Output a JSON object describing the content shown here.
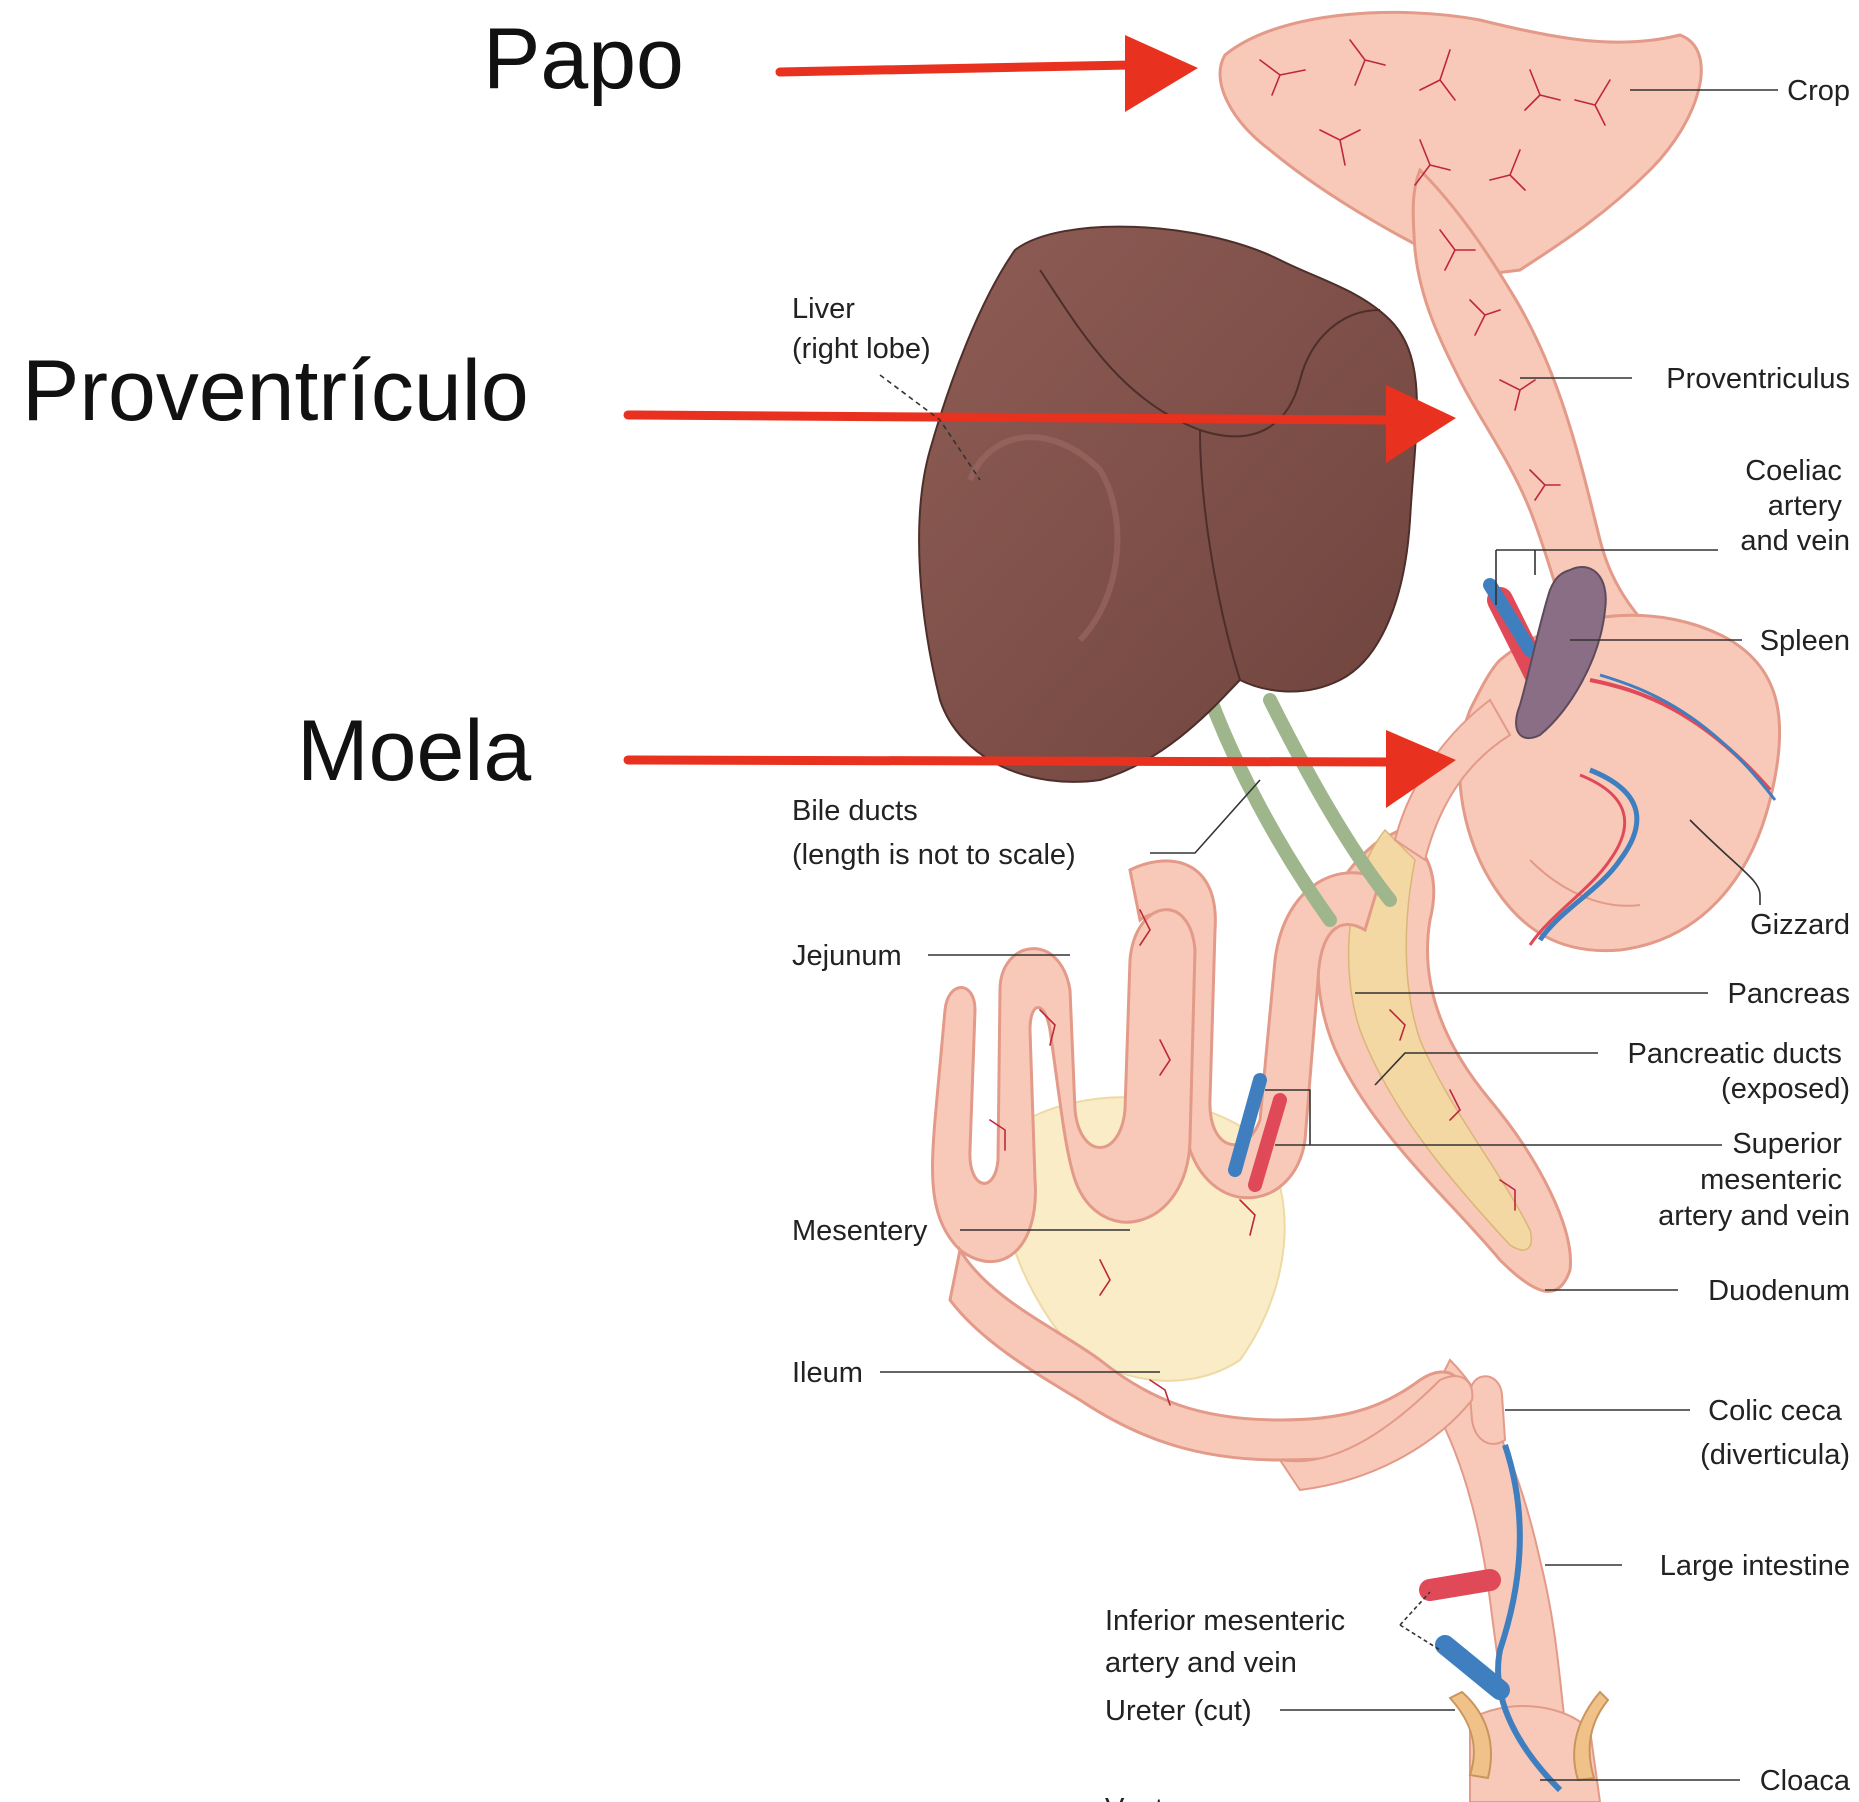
{
  "annotations": [
    {
      "id": "papo",
      "text": "Papo"
    },
    {
      "id": "proventriculo",
      "text": "Proventrículo"
    },
    {
      "id": "moela",
      "text": "Moela"
    }
  ],
  "labels": [
    {
      "id": "crop",
      "lines": [
        "Crop"
      ]
    },
    {
      "id": "liver",
      "lines": [
        "Liver",
        "(right lobe)"
      ]
    },
    {
      "id": "proventriculus",
      "lines": [
        "Proventriculus"
      ]
    },
    {
      "id": "coeliac",
      "lines": [
        "Coeliac",
        "artery",
        "and vein"
      ]
    },
    {
      "id": "spleen",
      "lines": [
        "Spleen"
      ]
    },
    {
      "id": "bile",
      "lines": [
        "Bile ducts",
        "(length is not to scale)"
      ]
    },
    {
      "id": "gizzard",
      "lines": [
        "Gizzard"
      ]
    },
    {
      "id": "jejunum",
      "lines": [
        "Jejunum"
      ]
    },
    {
      "id": "pancreas",
      "lines": [
        "Pancreas"
      ]
    },
    {
      "id": "pancreatic",
      "lines": [
        "Pancreatic ducts",
        "(exposed)"
      ]
    },
    {
      "id": "supmes",
      "lines": [
        "Superior",
        "mesenteric",
        "artery and vein"
      ]
    },
    {
      "id": "mesentery",
      "lines": [
        "Mesentery"
      ]
    },
    {
      "id": "duodenum",
      "lines": [
        "Duodenum"
      ]
    },
    {
      "id": "ileum",
      "lines": [
        "Ileum"
      ]
    },
    {
      "id": "colic",
      "lines": [
        "Colic ceca",
        "(diverticula)"
      ]
    },
    {
      "id": "large",
      "lines": [
        "Large intestine"
      ]
    },
    {
      "id": "infmes",
      "lines": [
        "Inferior mesenteric",
        "artery and vein"
      ]
    },
    {
      "id": "ureter",
      "lines": [
        "Ureter (cut)"
      ]
    },
    {
      "id": "cloaca",
      "lines": [
        "Cloaca"
      ]
    },
    {
      "id": "vent",
      "lines": [
        "Vent"
      ]
    }
  ],
  "colors": {
    "tissue": "#f8c9b9",
    "tissue_edge": "#e39a88",
    "liver": "#87564f",
    "liver_dark": "#6d423c",
    "spleen": "#8a6e86",
    "pancreas": "#f3d9a3",
    "mesentery": "#f9ecc6",
    "artery": "#e04a58",
    "vein": "#3f7fbf",
    "bile": "#9fb68d",
    "arrow": "#e8321f"
  }
}
